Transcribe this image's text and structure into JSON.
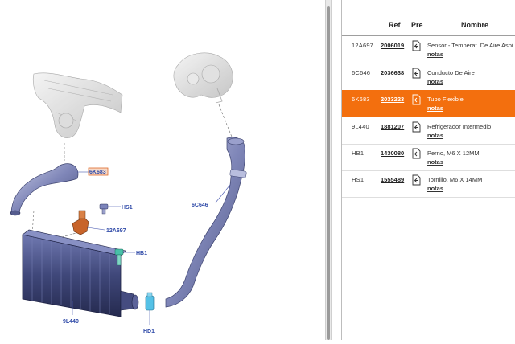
{
  "diagram": {
    "callouts": {
      "c6k683": "6K683",
      "chs1": "HS1",
      "c12a697": "12A697",
      "chb1": "HB1",
      "c9l440": "9L440",
      "chd1": "HD1",
      "c6c646": "6C646"
    }
  },
  "parts_table": {
    "headers": {
      "ref": "Ref",
      "pre": "Pre",
      "name": "Nombre"
    },
    "notes_label": "notas",
    "rows": [
      {
        "ref": "12A697",
        "number": "2006019",
        "name": "Sensor - Temperat. De Aire Aspi",
        "notes": "notas"
      },
      {
        "ref": "6C646",
        "number": "2036638",
        "name": "Conducto De Aire",
        "notes": "notas"
      },
      {
        "ref": "6K683",
        "number": "2033223",
        "name": "Tubo Flexible",
        "notes": "notas"
      },
      {
        "ref": "9L440",
        "number": "1881207",
        "name": "Refrigerador Intermedio",
        "notes": "notas"
      },
      {
        "ref": "HB1",
        "number": "1430080",
        "name": "Perno, M6 X 12MM",
        "notes": "notas"
      },
      {
        "ref": "HS1",
        "number": "1555489",
        "name": "Tornillo, M6 X 14MM",
        "notes": "notas"
      }
    ],
    "selected_ref": "6K683",
    "selected_color": "#f36f0e"
  }
}
